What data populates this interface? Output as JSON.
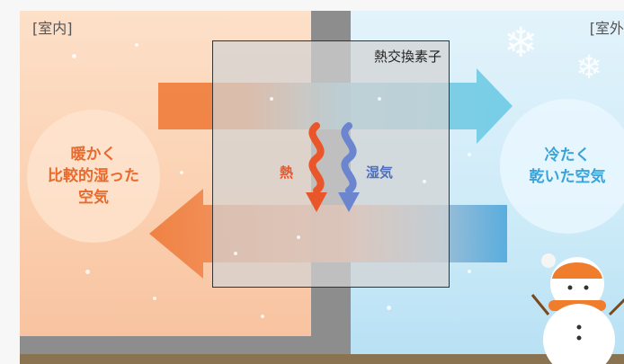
{
  "labels": {
    "indoor": "[室内]",
    "outdoor": "[室外"
  },
  "indoor_air": {
    "line1": "暖かく",
    "line2": "比較的湿った",
    "line3": "空気"
  },
  "outdoor_air": {
    "line1": "冷たく",
    "line2": "乾いた空気"
  },
  "exchanger": {
    "title": "熱交換素子",
    "heat_label": "熱",
    "humidity_label": "湿気"
  },
  "colors": {
    "warm": "#ef7c3a",
    "cold": "#55c2e3",
    "heat": "#e8562a",
    "humidity": "#6b85cf"
  },
  "icons": [
    "snowflake-icon",
    "snowman-icon",
    "heat-wave-icon",
    "humidity-wave-icon"
  ]
}
